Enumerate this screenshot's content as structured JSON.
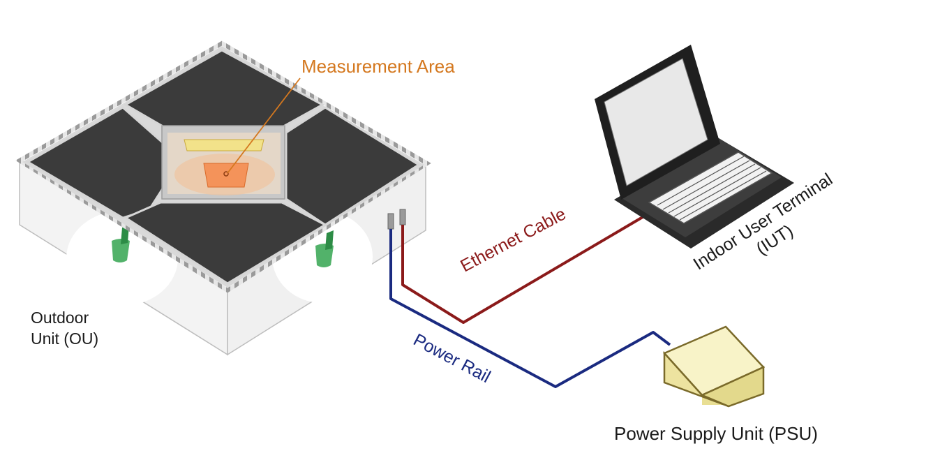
{
  "labels": {
    "measurement_area": "Measurement Area",
    "outdoor_unit": "Outdoor\nUnit (OU)",
    "indoor_user_terminal_line1": "Indoor User Terminal",
    "indoor_user_terminal_line2": "(IUT)",
    "ethernet_cable": "Ethernet Cable",
    "power_rail": "Power Rail",
    "power_supply_unit": "Power Supply Unit (PSU)"
  },
  "colors": {
    "ethernet_cable": "#8b1a1a",
    "power_rail": "#1a2a80",
    "measurement_area": "#d4781f",
    "psu_body": "#f6f0b8",
    "panel": "#3a3a3a"
  },
  "icons": [
    "outdoor-unit-box",
    "laptop-icon",
    "psu-box-icon",
    "logo-icon"
  ]
}
